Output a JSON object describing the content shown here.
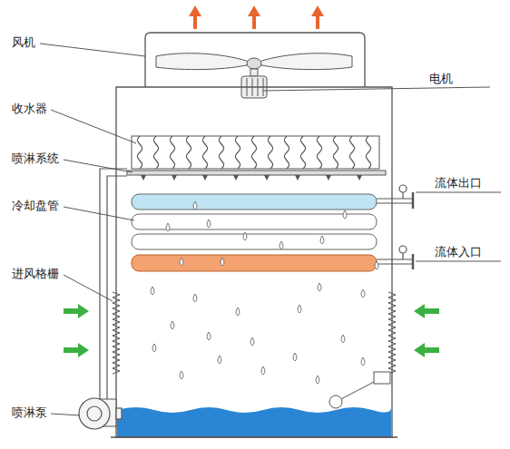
{
  "diagram": {
    "labels": [
      "风机",
      "电机",
      "收水器",
      "喷淋系统",
      "冷却盘管",
      "流体出口",
      "流体入口",
      "进风格栅",
      "喷淋泵"
    ]
  }
}
